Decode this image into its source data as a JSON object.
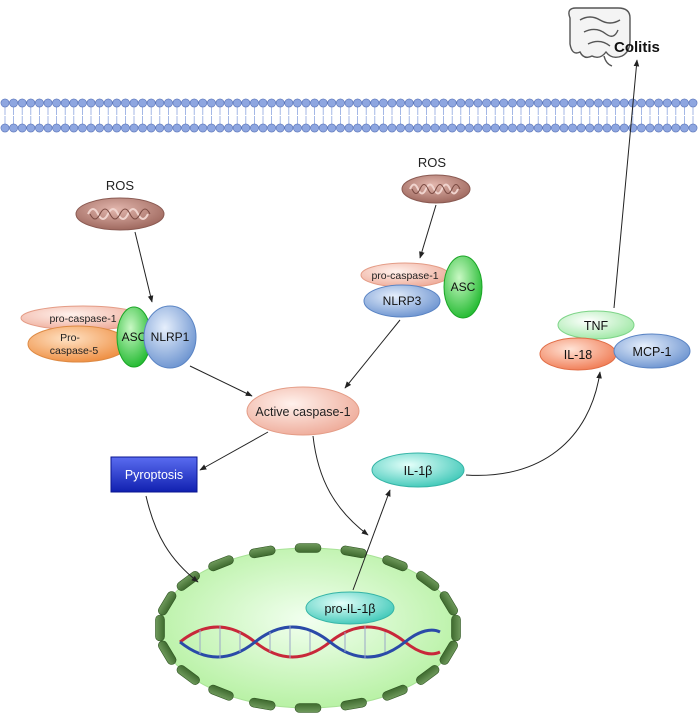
{
  "membrane": {
    "label": ""
  },
  "colitis": {
    "label": "Colitis",
    "icon": "intestine-icon"
  },
  "pathway_left": {
    "ros_label": "ROS",
    "pro_caspase_1": "pro-caspase-1",
    "pro_caspase_5_line1": "Pro-",
    "pro_caspase_5_line2": "caspase-5",
    "asc": "ASC",
    "nlrp1": "NLRP1"
  },
  "pathway_right": {
    "ros_label": "ROS",
    "pro_caspase_1": "pro-caspase-1",
    "asc": "ASC",
    "nlrp3": "NLRP3"
  },
  "center": {
    "active_caspase": "Active caspase-1",
    "pyroptosis": "Pyroptosis",
    "il1b": "IL-1β",
    "pro_il1b": "pro-IL-1β"
  },
  "cytokines": {
    "tnf": "TNF",
    "il18": "IL-18",
    "mcp1": "MCP-1"
  },
  "colors": {
    "membrane_head": "#8ea6e0",
    "mito": "#b07a70",
    "pink_oval": "#f6c3b4",
    "orange_oval": "#f0a25c",
    "green_oval": "#2dc63c",
    "blue_oval": "#7fa3d8",
    "teal_oval": "#57d6c8",
    "nucleus": "#c9f5b4",
    "pyroptosis_box": "#2433c8"
  }
}
